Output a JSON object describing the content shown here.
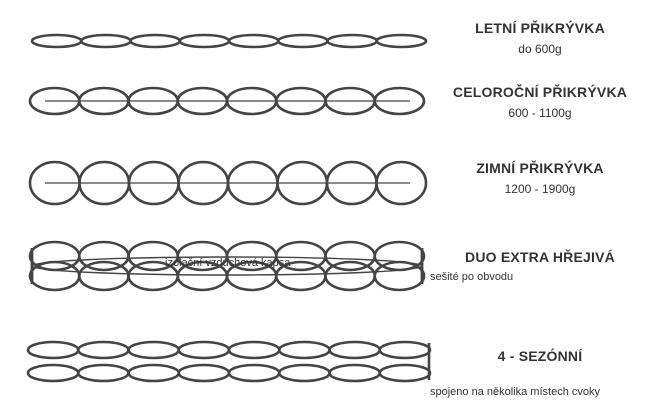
{
  "rows": [
    {
      "title": "LETNÍ PŘIKRÝVKA",
      "subtitle": "do 600g"
    },
    {
      "title": "CELOROČNÍ PŘIKRÝVKA",
      "subtitle": "600 - 1100g"
    },
    {
      "title": "ZIMNÍ PŘIKRÝVKA",
      "subtitle": "1200 - 1900g"
    },
    {
      "title": "DUO EXTRA HŘEJIVÁ",
      "subtitle": "",
      "inner_label": "izolační vzduchová kapsa",
      "note": "sešité po obvodu"
    },
    {
      "title": "4 - SEZÓNNÍ",
      "subtitle": "",
      "note": "spojeno na několika místech cvoky"
    }
  ],
  "colors": {
    "stroke": "#444444",
    "text": "#333333"
  }
}
